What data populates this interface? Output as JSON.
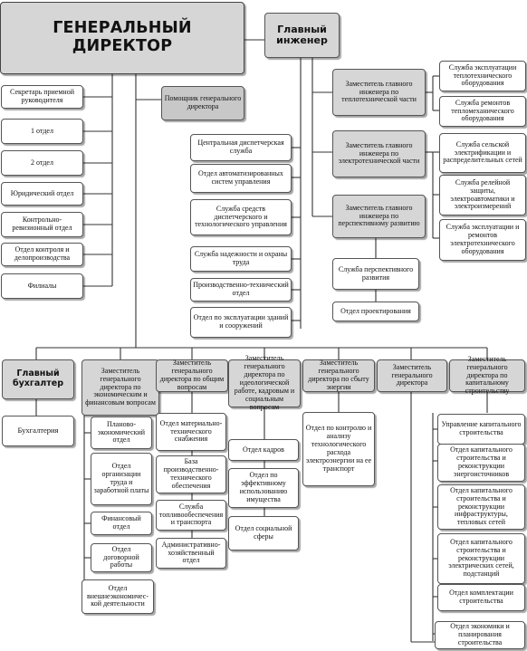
{
  "ceo": "ГЕНЕРАЛЬНЫЙ ДИРЕКТОР",
  "chief_engineer": "Главный инженер",
  "assistant": "Помощник генерального директора",
  "left_units": [
    "Секретарь приемной руководителя",
    "1 отдел",
    "2 отдел",
    "Юридический отдел",
    "Контрольно-ревизионный отдел",
    "Отдел контроля и делопроизводства",
    "Филиалы"
  ],
  "engineering_units": [
    "Центральная диспетчерская служба",
    "Отдел автоматизированных систем управления",
    "Служба средств диспетчерского и технологического управления",
    "Служба надежности и охраны труда",
    "Производственно-технический отдел",
    "Отдел по эксплуатации зданий и сооружений"
  ],
  "deputy_thermal": {
    "title": "Заместитель главного инженера по теплотехнической части",
    "units": [
      "Служба эксплуатации теплотехнического оборудования",
      "Служба ремонтов тепломеханического оборудования"
    ]
  },
  "deputy_electric": {
    "title": "Заместитель главного инженера по электротехнической части",
    "units": [
      "Служба сельской электрификации и распределительных сетей",
      "Служба релейной защиты, электроавтоматики и электроизмерений",
      "Служба эксплуатации и ремонтов электротехнического оборудования"
    ]
  },
  "deputy_development": {
    "title": "Заместитель главного инженера по перспективному развитию",
    "units": [
      "Служба перспективного развития",
      "Отдел проектирования"
    ]
  },
  "chief_accountant": {
    "title": "Главный бухгалтер",
    "units": [
      "Бухгалтерия"
    ]
  },
  "deputy_economics": {
    "title": "Заместитель генерального директора по экономическим и финансовым вопросам",
    "units": [
      "Планово-экономический отдел",
      "Отдел организации труда и заработной платы",
      "Финансовый отдел",
      "Отдел договорной работы",
      "Отдел внешнеэкономичес-кой деятельности"
    ]
  },
  "deputy_general": {
    "title": "Заместитель генерального директора по общим вопросам",
    "units": [
      "Отдел материально-технического снабжения",
      "База производственно-технического обеспечения",
      "Служба топливообеспечения и транспорта",
      "Административно-хозяйственный отдел"
    ]
  },
  "deputy_ideology": {
    "title": "Заместитель генерального директора по идеологической работе, кадровым и социальным вопросам",
    "units": [
      "Отдел кадров",
      "Отдел по эффективному использованию имущества",
      "Отдел социальной сферы"
    ]
  },
  "deputy_sales": {
    "title": "Заместитель генерального директора по сбыту энергии",
    "units": [
      "Отдел по контролю и анализу технологического расхода электроэнергии на ее транспорт"
    ]
  },
  "deputy_plain": {
    "title": "Заместитель генерального директора"
  },
  "deputy_construction": {
    "title": "Заместитель генерального директора по капитальному строительству",
    "units": [
      "Управление капитального строительства",
      "Отдел капитального строительства и реконструкции энергоисточников",
      "Отдел капитального строительства и реконструкции инфраструктуры, тепловых сетей",
      "Отдел капитального строительства и реконструкции электрических сетей, подстанций",
      "Отдел комплектации строительства",
      "Отдел экономики и планирования строительства"
    ]
  }
}
